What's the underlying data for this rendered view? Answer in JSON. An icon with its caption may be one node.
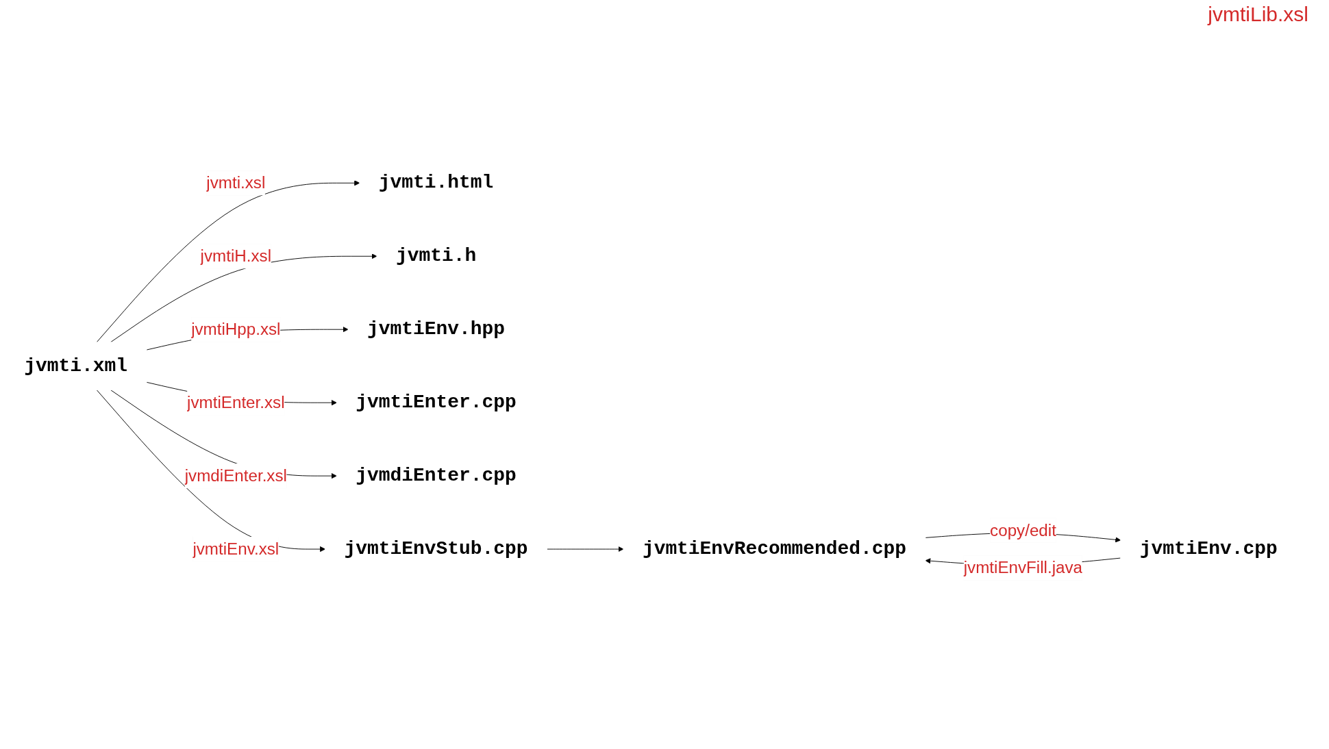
{
  "diagram": {
    "nodes": [
      {
        "text": [
          "jvmti.html"
        ]
      },
      {
        "text": [
          "jvmti.xml"
        ]
      },
      {
        "text": [
          "jvmti.h"
        ]
      },
      {
        "text": [
          "jvmtiEnv.hpp"
        ]
      },
      {
        "text": [
          "jvmtiEnter.cpp"
        ]
      },
      {
        "text": [
          "jvmdiEnter.cpp"
        ]
      },
      {
        "text": [
          "jvmtiEnv.cpp"
        ]
      },
      {
        "text": [
          "jvmtiEnvStub.cpp"
        ]
      },
      {
        "text": [
          "jvmtiEnvRecommended.cpp"
        ]
      }
    ],
    "edges": [
      {
        "from": 1,
        "to": 0,
        "arrow": "to",
        "label": "jvmti.xsl"
      },
      {
        "from": 1,
        "to": 2,
        "arrow": "to",
        "label": "jvmtiH.xsl"
      },
      {
        "from": 1,
        "to": 3,
        "arrow": "to",
        "label": "jvmtiHpp.xsl"
      },
      {
        "from": 1,
        "to": 4,
        "arrow": "to",
        "label": "jvmtiEnter.xsl"
      },
      {
        "from": 1,
        "to": 5,
        "arrow": "to",
        "label": "jvmdiEnter.xsl"
      },
      {
        "from": 1,
        "to": 7,
        "arrow": "to",
        "label": "jvmtiEnv.xsl"
      },
      {
        "from": 6,
        "to": 8,
        "arrow": "to",
        "label": "jvmtiEnvFill.java"
      },
      {
        "from": 7,
        "to": 8,
        "arrow": "to"
      },
      {
        "from": 8,
        "to": 6,
        "arrow": "to",
        "label": "copy/edit"
      }
    ],
    "labels": [
      "jvmtiLib.xsl"
    ]
  }
}
